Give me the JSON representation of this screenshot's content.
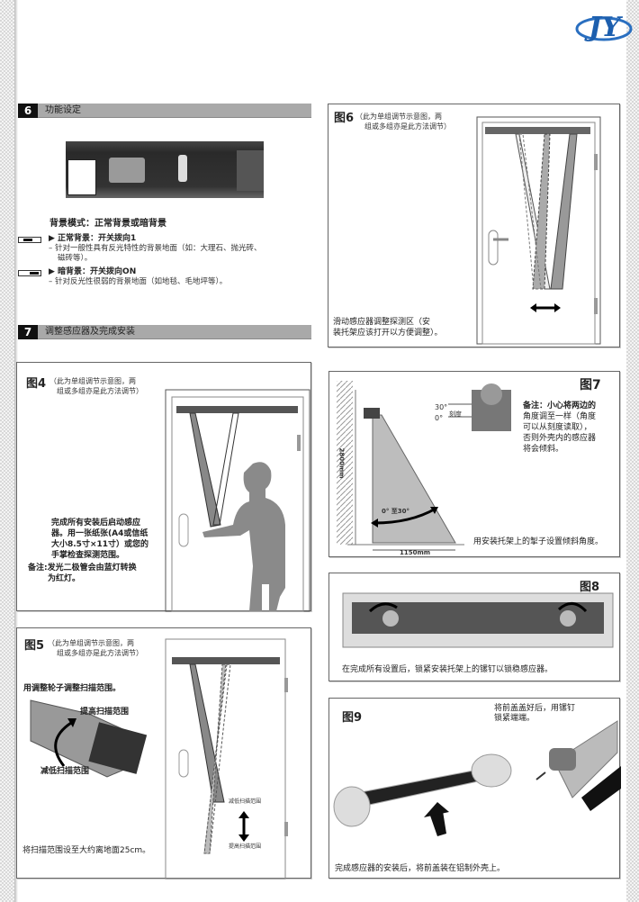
{
  "logo": {
    "text": "JY"
  },
  "section6": {
    "number": "6",
    "title": "功能设定"
  },
  "background_mode": {
    "heading": "背景模式：正常背景或暗背景",
    "items": [
      {
        "label": "▶ 正常背景：开关拨向1",
        "desc": [
          "– 针对一般性具有反光特性的背景地面（如：大理石、抛光砖、",
          "磁砖等）。"
        ]
      },
      {
        "label": "▶ 暗背景：开关拨向ON",
        "desc": [
          "– 针对反光性很弱的背景地面（如地毯、毛地坪等）。"
        ]
      }
    ]
  },
  "section7": {
    "number": "7",
    "title": "调整感应器及完成安装"
  },
  "fig4": {
    "label": "图4",
    "note": [
      "（此为单组调节示意图，两",
      "组或多组亦是此方法调节）"
    ],
    "text": [
      "完成所有安装后启动感应",
      "器。用一张纸张(A4或信纸",
      "大小8.5寸×11寸）或您的",
      "手掌检查探测范围。"
    ],
    "remark": [
      "备注:发光二极管会由蓝灯转换",
      "为红灯。"
    ]
  },
  "fig5": {
    "label": "图5",
    "note": [
      "（此为单组调节示意图，两",
      "组或多组亦是此方法调节）"
    ],
    "text": "用调整轮子调整扫描范围。",
    "raise": "提高扫描范围",
    "lower": "减低扫描范围",
    "small_lower": "减低扫描范围",
    "small_raise": "提高扫描范围",
    "bottom": "将扫描范围设至大约离地面25cm。"
  },
  "fig6": {
    "label": "图6",
    "note": [
      "（此为单组调节示意图，两",
      "组或多组亦是此方法调节）"
    ],
    "text": [
      "滑动感应器调整探测区（安",
      "装托架应该打开以方便调整）。"
    ]
  },
  "fig7": {
    "label": "图7",
    "deg30": "30°",
    "deg0": "0°",
    "scale": "刻度",
    "remark": [
      "备注：小心将两边的",
      "角度调至一样（角度",
      "可以从刻度读取），",
      "否则外壳内的感应器",
      "将会倾斜。"
    ],
    "height": "2800mm",
    "width": "1150mm",
    "angle": "0° 至30°",
    "text": "用安装托架上的掣子设置倾斜角度。"
  },
  "fig8": {
    "label": "图8",
    "text": "在完成所有设置后，锁紧安装托架上的镙钉以锁稳感应器。"
  },
  "fig9": {
    "label": "图9",
    "note": [
      "将前盖盖好后，用镙钉",
      "锁紧端端。"
    ],
    "text": "完成感应器的安装后，将前盖装在铝制外壳上。"
  }
}
